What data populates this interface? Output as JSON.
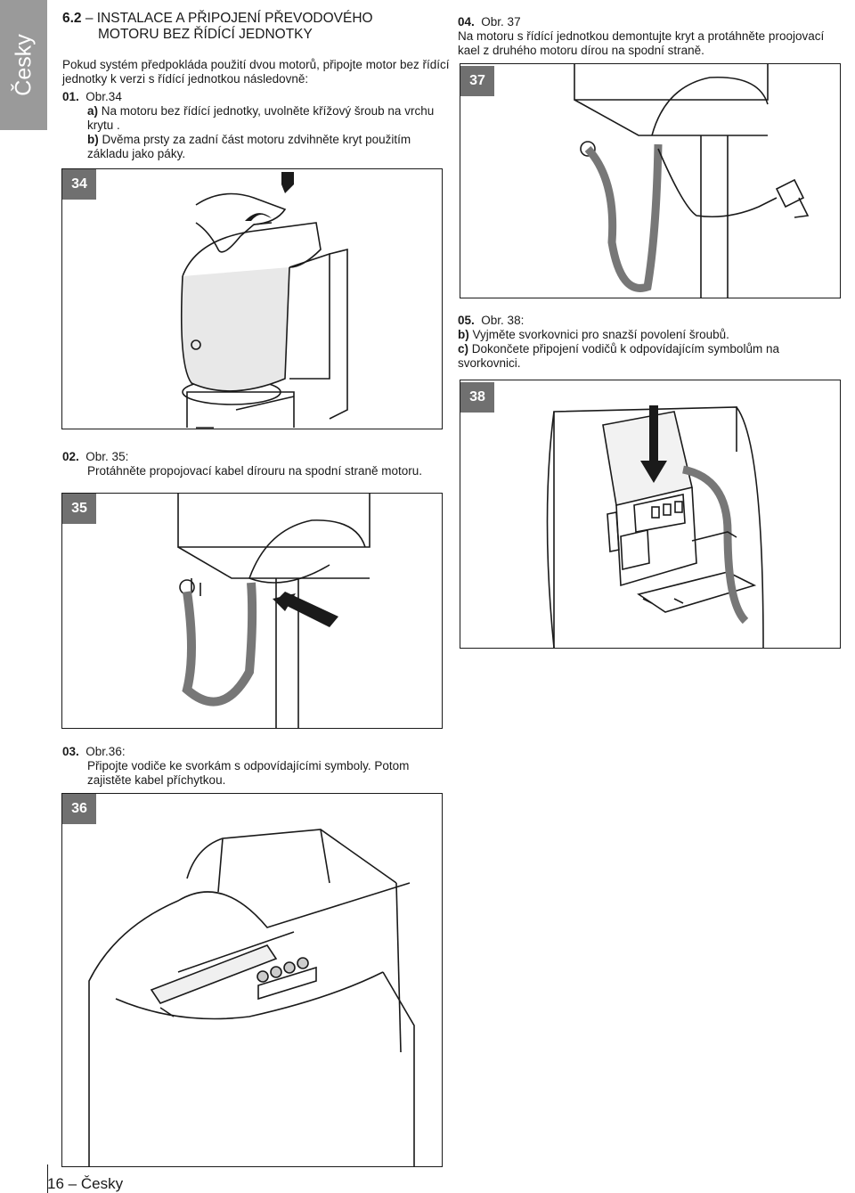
{
  "side_tab": "Česky",
  "heading": {
    "number": "6.2",
    "line1": "INSTALACE A PŘIPOJENÍ PŘEVODOVÉHO",
    "line2": "MOTORU BEZ ŘÍDÍCÍ JEDNOTKY"
  },
  "intro": {
    "line1": "Pokud systém předpokláda použití dvou motorů, připojte motor bez řídící",
    "line2": "jednotky k verzi s řídící jednotkou následovně:"
  },
  "steps": {
    "s01": {
      "title_num": "01.",
      "title_ref": "Obr.34",
      "a_label": "a)",
      "a_line1": "Na motoru bez řídící jednotky, uvolněte křížový šroub na vrchu",
      "a_line2": "krytu .",
      "b_label": "b)",
      "b_line1": "Dvěma prsty za zadní část motoru  zdvihněte kryt použitím",
      "b_line2": "základu jako páky."
    },
    "s02": {
      "title_num": "02.",
      "title_ref": "Obr. 35:",
      "line1": "Protáhněte propojovací kabel  dírouru na spodní straně motoru."
    },
    "s03": {
      "title_num": "03.",
      "title_ref": "Obr.36:",
      "line1": "Připojte vodiče ke svorkám  s odpovídajícími  symboly. Potom",
      "line2": "zajistěte kabel příchytkou."
    },
    "s04": {
      "title_num": "04.",
      "title_ref": "Obr. 37",
      "line1": "Na motoru s řídící jednotkou demontujte kryt a protáhněte proojovací",
      "line2": "kael z druhého motoru dírou na spodní straně."
    },
    "s05": {
      "title_num": "05.",
      "title_ref": "Obr. 38:",
      "b_label": "b)",
      "b_line1": "Vyjměte svorkovnici pro snazší povolení šroubů.",
      "c_label": "c)",
      "c_line1": "Dokončete připojení vodičů k odpovídajícím symbolům na",
      "c_line2": "svorkovnici."
    }
  },
  "figures": {
    "f34": "34",
    "f35": "35",
    "f36": "36",
    "f37": "37",
    "f38": "38"
  },
  "footer": {
    "page": "16",
    "dash": "–",
    "lang": "Česky"
  }
}
